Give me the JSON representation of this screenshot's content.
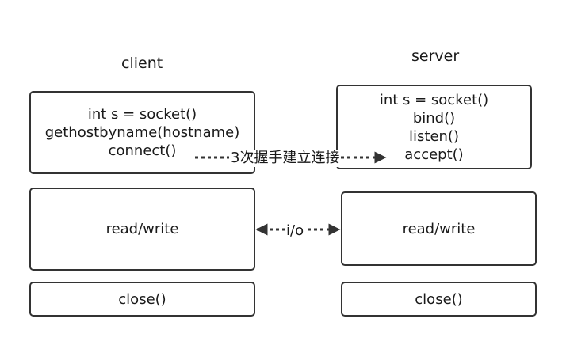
{
  "client": {
    "title": "client",
    "setup_lines": [
      "int s = socket()",
      "gethostbyname(hostname)",
      "connect()"
    ],
    "io": "read/write",
    "close": "close()"
  },
  "server": {
    "title": "server",
    "setup_lines": [
      "int s = socket()",
      "bind()",
      "listen()",
      "accept()"
    ],
    "io": "read/write",
    "close": "close()"
  },
  "edges": {
    "handshake": "3次握手建立连接",
    "io": "i/o"
  },
  "colors": {
    "stroke": "#333333",
    "background": "#ffffff"
  }
}
